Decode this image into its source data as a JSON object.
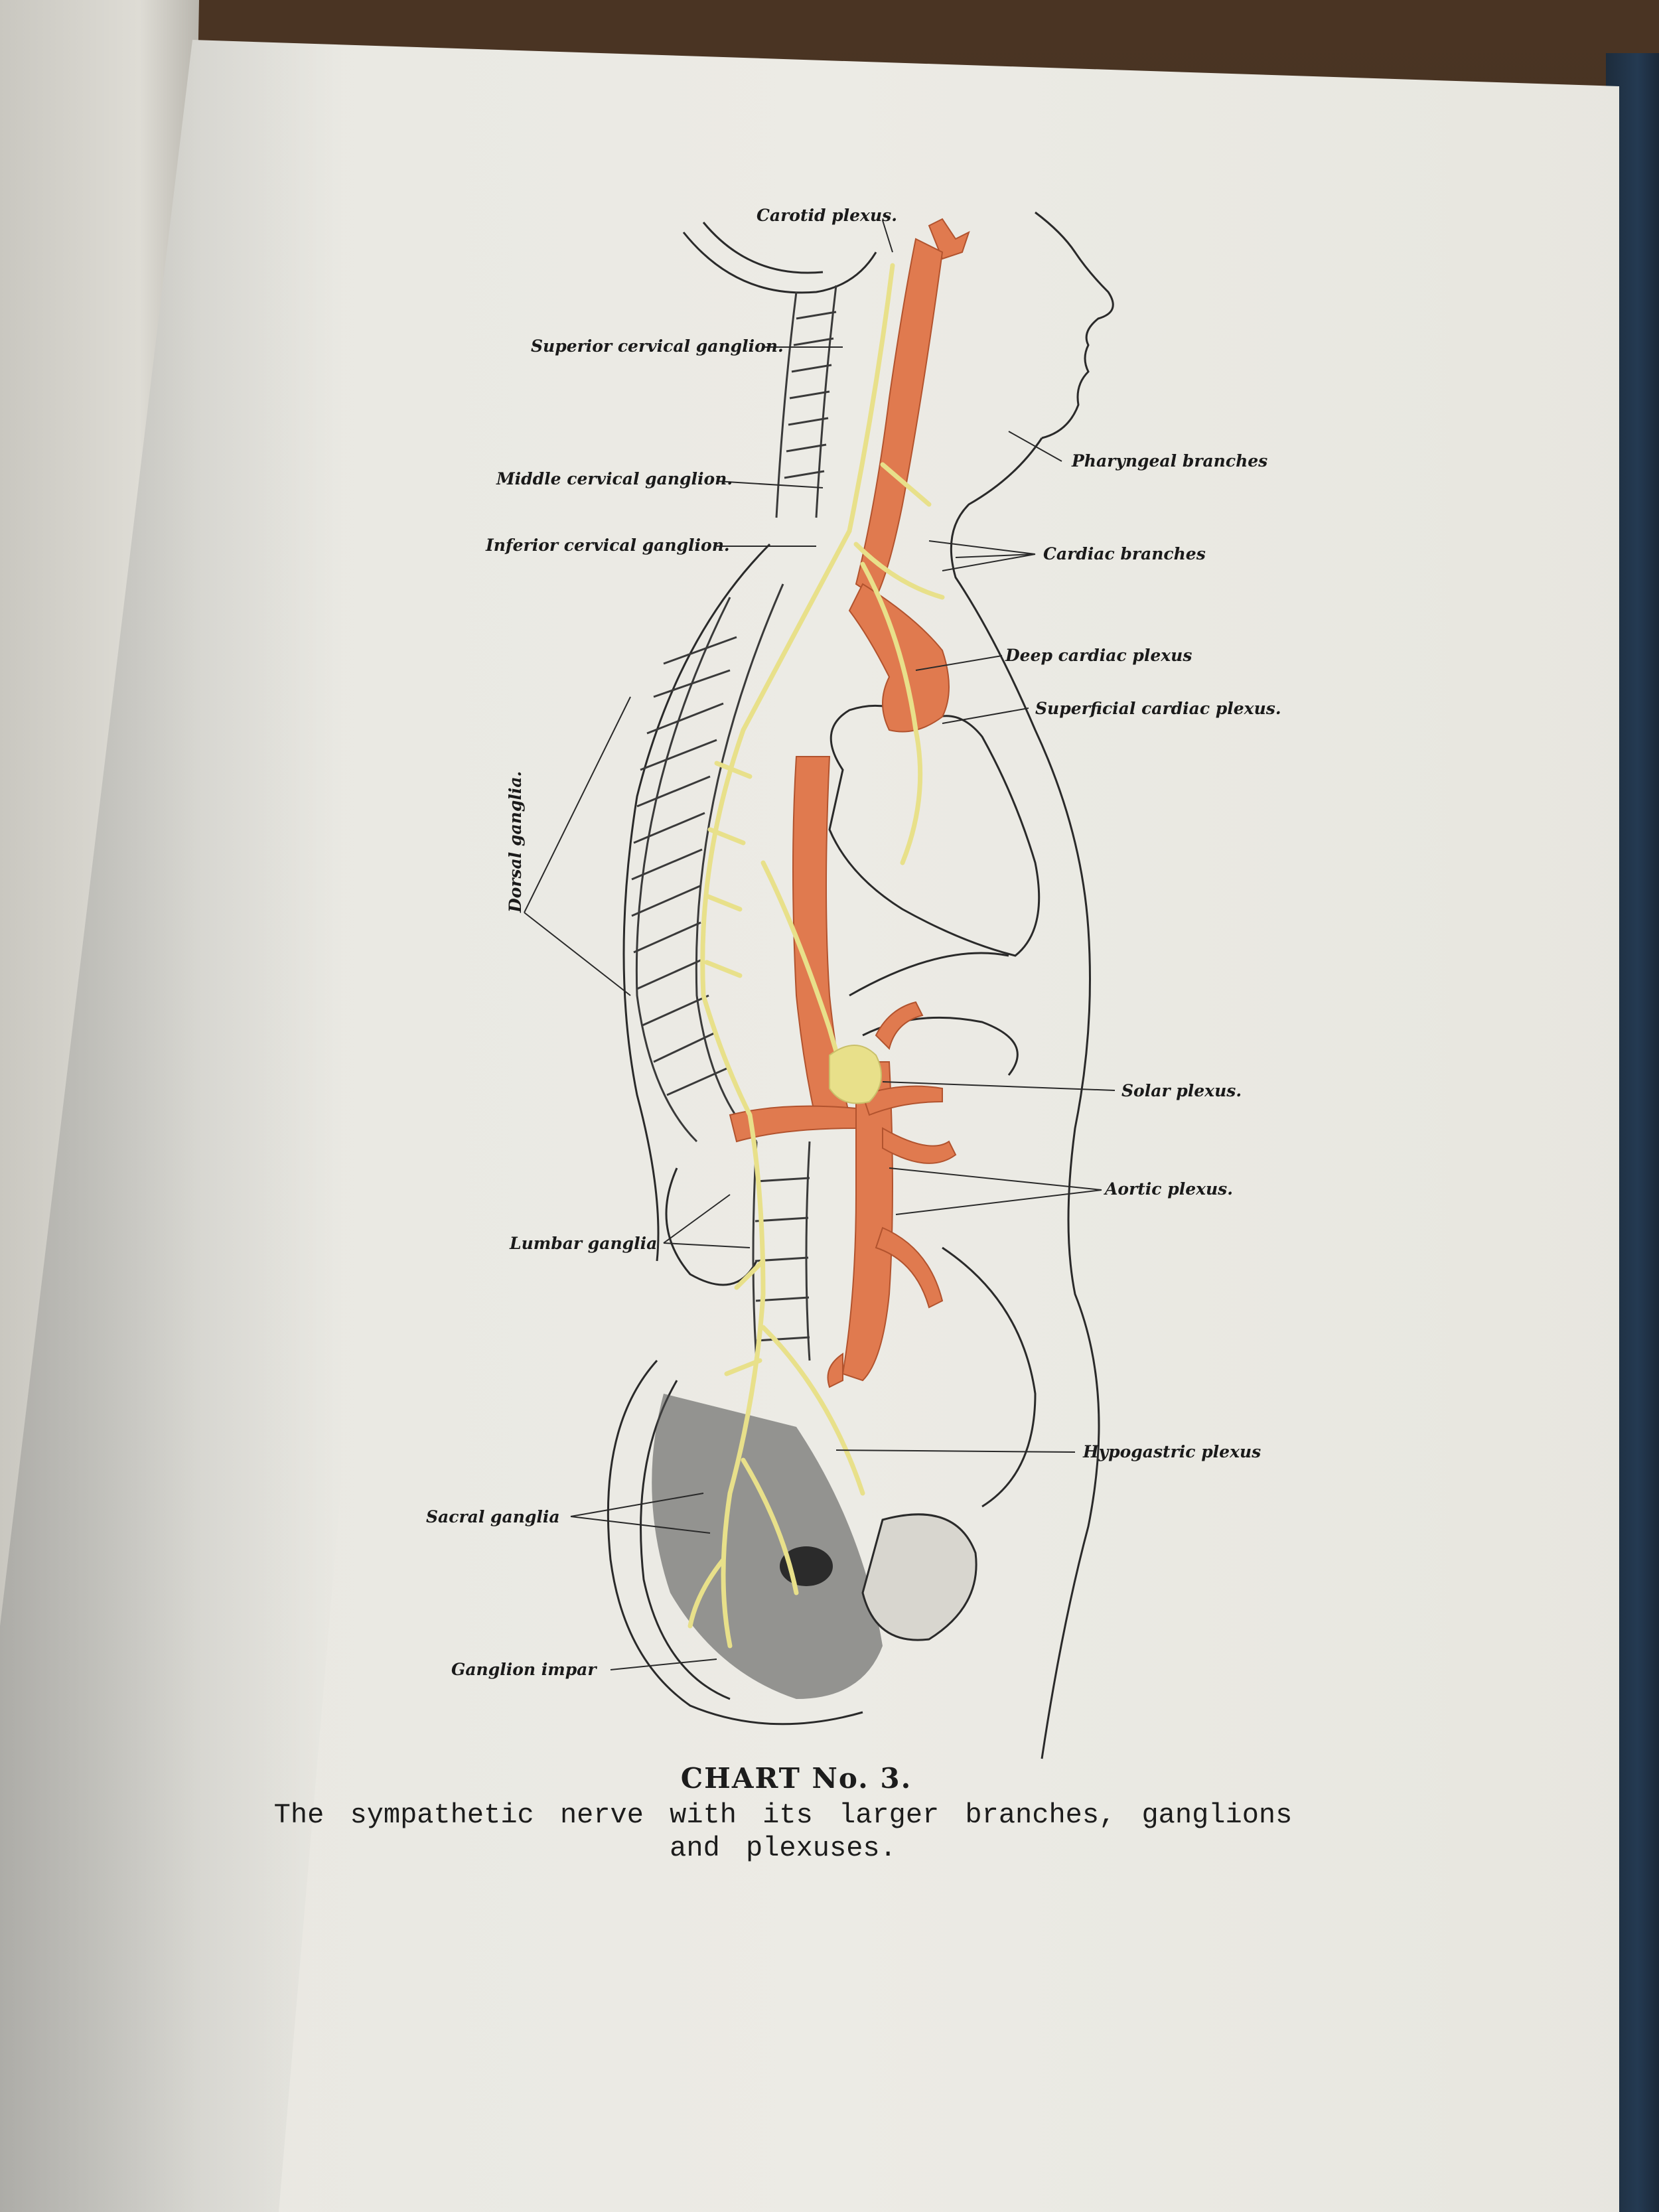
{
  "figure": {
    "labels": {
      "carotid_plexus": "Carotid plexus.",
      "superior_cervical": "Superior cervical ganglion.",
      "middle_cervical": "Middle cervical ganglion.",
      "inferior_cervical": "Inferior cervical ganglion.",
      "pharyngeal": "Pharyngeal branches",
      "cardiac": "Cardiac branches",
      "deep_cardiac": "Deep cardiac plexus",
      "superficial_cardiac": "Superficial cardiac plexus.",
      "dorsal": "Dorsal ganglia.",
      "solar": "Solar plexus.",
      "aortic": "Aortic plexus.",
      "lumbar": "Lumbar ganglia",
      "hypogastric": "Hypogastric plexus",
      "sacral": "Sacral ganglia",
      "impar": "Ganglion impar"
    },
    "colors": {
      "artery": "#e07a4f",
      "nerve": "#e8e08a",
      "ink": "#2a2a2a"
    }
  },
  "caption": {
    "title": "CHART No. 3.",
    "text": "The sympathetic nerve with its larger branches, ganglions and plexuses."
  }
}
